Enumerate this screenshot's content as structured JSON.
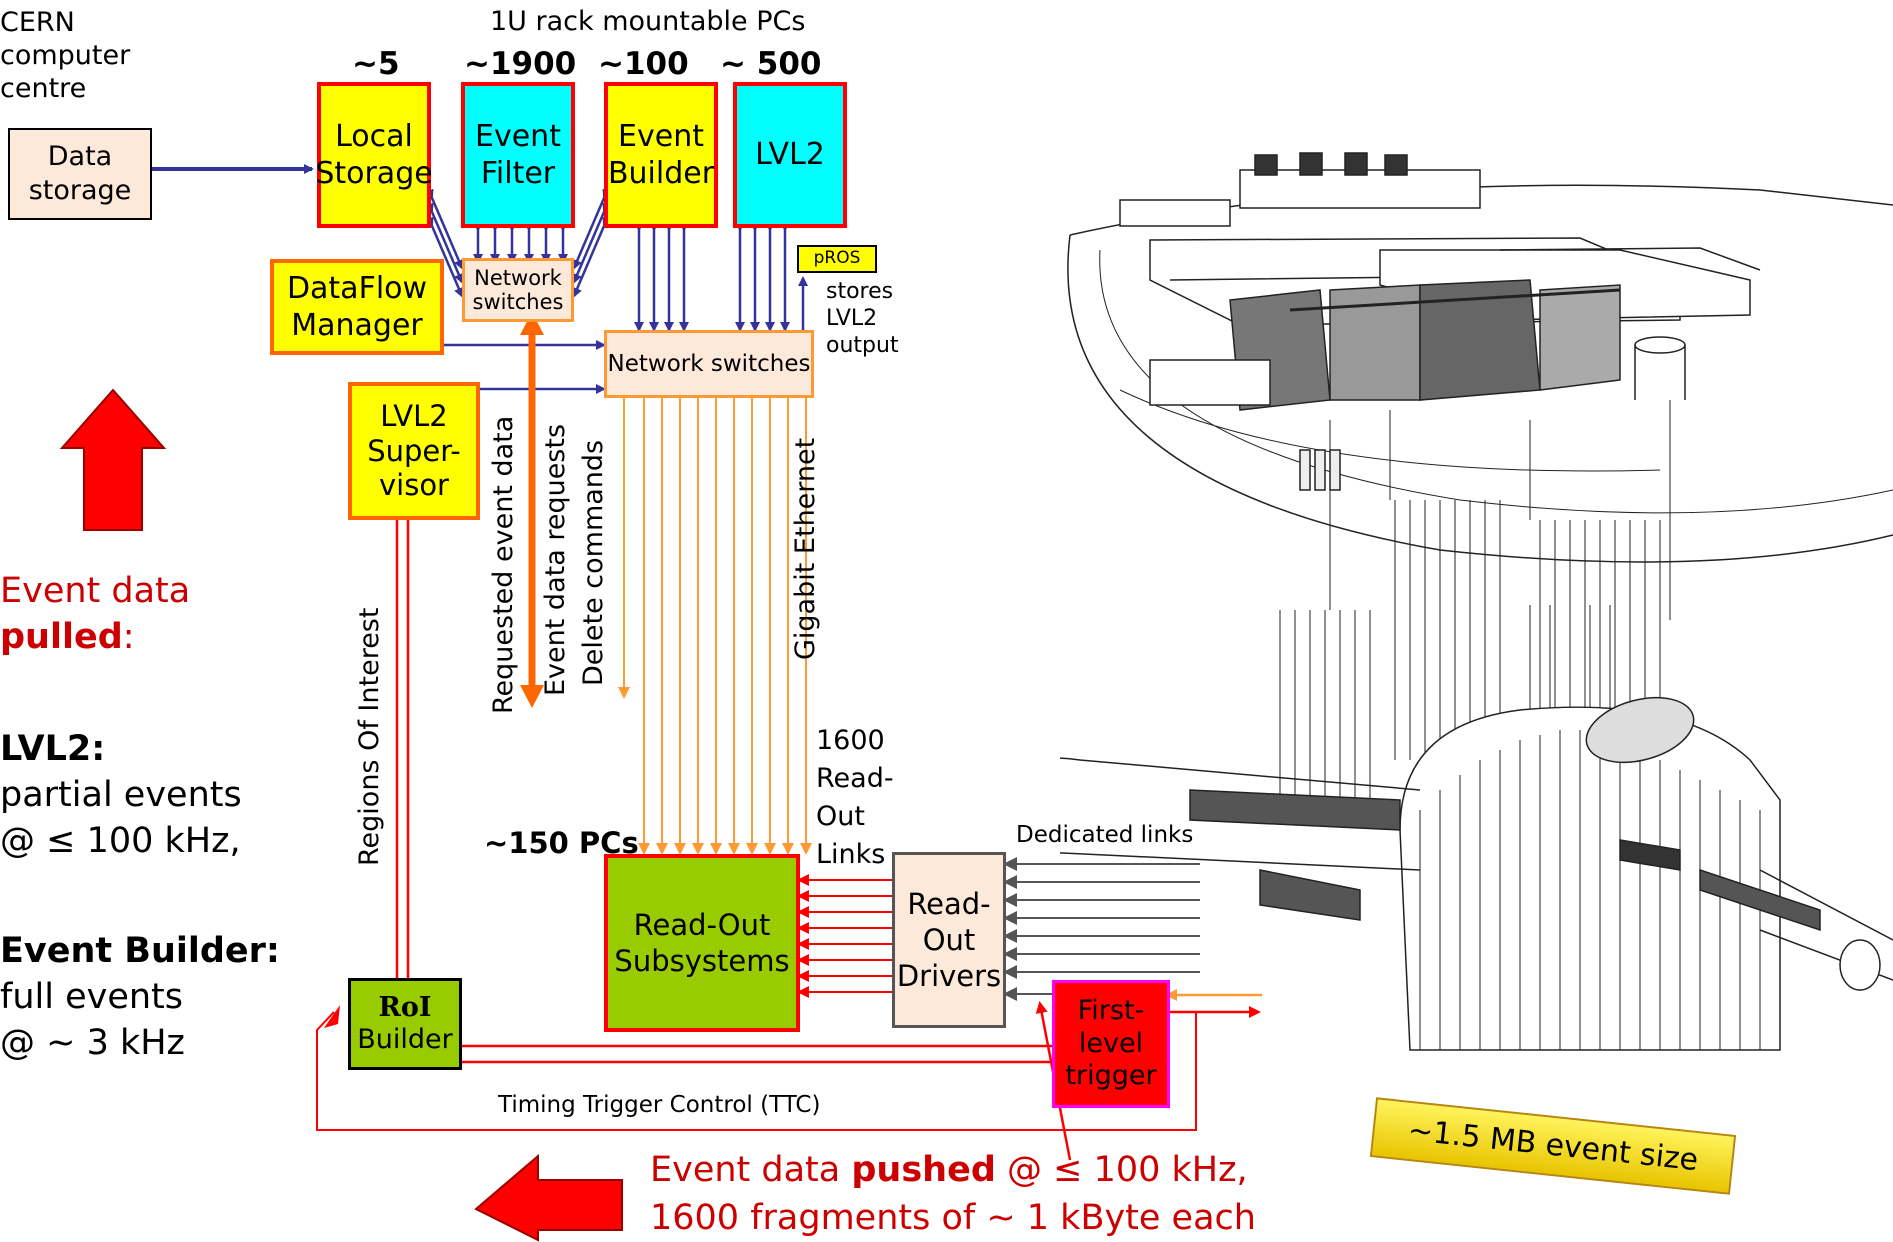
{
  "top": {
    "cern_line1": "CERN",
    "cern_line2": "computer",
    "cern_line3": "centre",
    "rack_title": "1U rack mountable PCs",
    "counts": [
      "~5",
      "~1900",
      "~100",
      "~ 500"
    ]
  },
  "boxes": {
    "data_storage": [
      "Data",
      "storage"
    ],
    "local_storage": [
      "Local",
      "Storage"
    ],
    "event_filter": [
      "Event",
      "Filter"
    ],
    "event_builder": [
      "Event",
      "Builder"
    ],
    "lvl2": "LVL2",
    "network_switches_small": [
      "Network",
      "switches"
    ],
    "dataflow_manager": [
      "DataFlow",
      "Manager"
    ],
    "pros": "pROS",
    "network_switches_main": "Network switches",
    "lvl2_supervisor": [
      "LVL2",
      "Super-",
      "visor"
    ],
    "read_out_subsystems": [
      "Read-Out",
      "Subsystems"
    ],
    "read_out_drivers": [
      "Read-",
      "Out",
      "Drivers"
    ],
    "roi_builder": [
      "RoI",
      "Builder"
    ],
    "first_level_trigger": [
      "First-",
      "level",
      "trigger"
    ]
  },
  "labels": {
    "pros_note": [
      "stores",
      "LVL2",
      "output"
    ],
    "regions_of_interest": "Regions Of Interest",
    "requested_event_data": "Requested event data",
    "event_data_requests": "Event data requests",
    "delete_commands": "Delete commands",
    "gigabit_ethernet": "Gigabit Ethernet",
    "readout_links": [
      "1600",
      "Read-",
      "Out",
      "Links"
    ],
    "pcs_count": "~150 PCs",
    "dedicated_links": "Dedicated links",
    "ttc": "Timing Trigger Control (TTC)",
    "event_size": "~1.5 MB event size"
  },
  "left_text": {
    "pulled_prefix": "Event data",
    "pulled_word": "pulled",
    "pulled_suffix": ":",
    "lvl2_title": "LVL2:",
    "lvl2_line1": "partial events",
    "lvl2_line2": "@ ≤ 100 kHz,",
    "eb_title": "Event Builder:",
    "eb_line1": "full events",
    "eb_line2": "@ ~ 3 kHz"
  },
  "bottom_text": {
    "pushed_prefix": "Event data ",
    "pushed_word": "pushed",
    "pushed_suffix": " @ ≤ 100 kHz,",
    "line2": "1600 fragments of ~ 1 kByte each"
  },
  "colors": {
    "yellow": "#ffff00",
    "cyan": "#00ffff",
    "green": "#99cc00",
    "red": "#ff0000",
    "orange": "#ff9933",
    "blue_line": "#333399",
    "dark_red_text": "#cc0000",
    "peach": "#fde9d9"
  }
}
